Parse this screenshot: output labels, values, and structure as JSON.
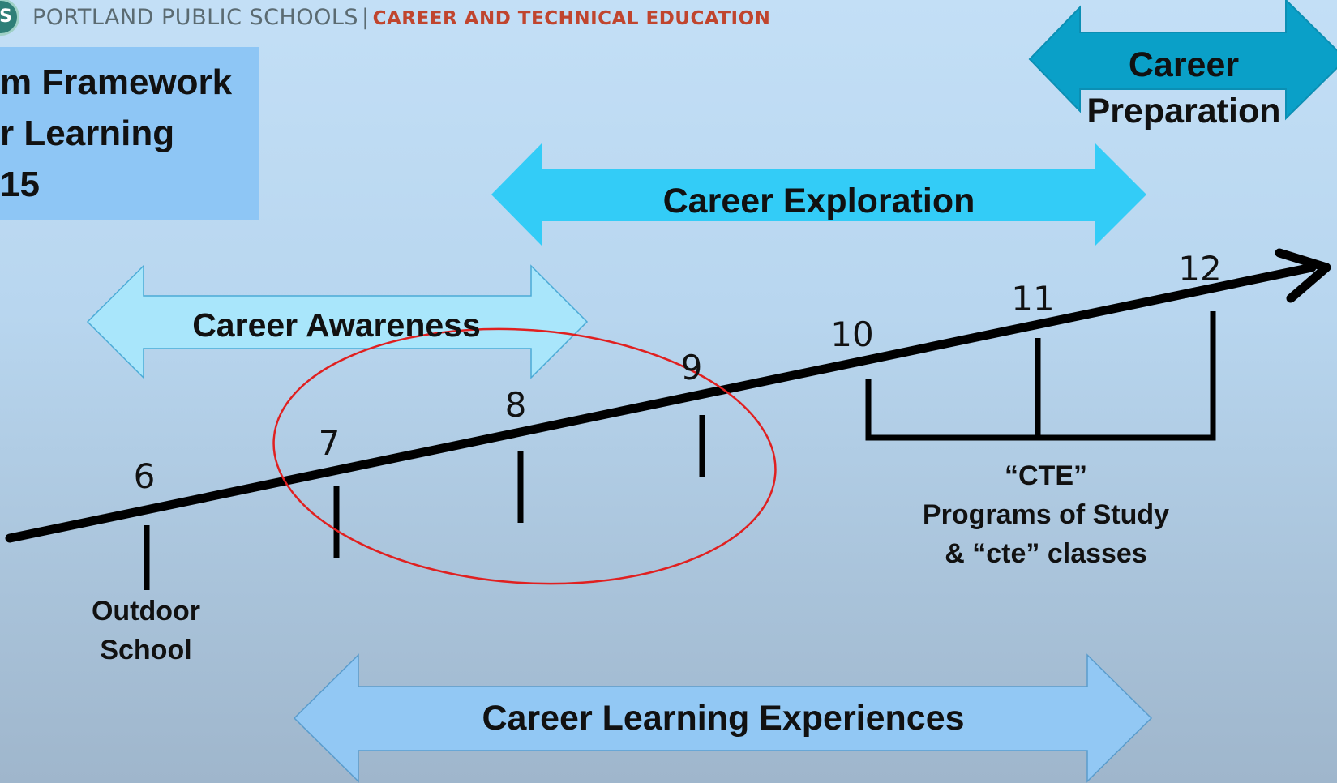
{
  "header": {
    "logo_text": "S",
    "organization": "PORTLAND PUBLIC SCHOOLS",
    "separator": "|",
    "department": "CAREER AND TECHNICAL EDUCATION"
  },
  "title_box": {
    "lines": [
      "m Framework",
      "r Learning",
      "15"
    ]
  },
  "arrows": {
    "career_preparation": [
      "Career",
      "Preparation"
    ],
    "career_exploration": "Career Exploration",
    "career_awareness": "Career Awareness",
    "career_learning_experiences": "Career Learning Experiences"
  },
  "grades": [
    "6",
    "7",
    "8",
    "9",
    "10",
    "11",
    "12"
  ],
  "labels": {
    "outdoor_school": [
      "Outdoor",
      "School"
    ],
    "cte_programs": [
      "“CTE”",
      "Programs of Study",
      "& “cte” classes"
    ]
  },
  "colors": {
    "career_preparation": "#0aa0c8",
    "career_exploration": "#33ccf7",
    "career_awareness": "#a9e6fb",
    "career_learning_experiences": "#92c8f4",
    "title_box": "#8ec6f5",
    "highlight_ellipse": "#e02020",
    "header_department": "#c0452e"
  }
}
